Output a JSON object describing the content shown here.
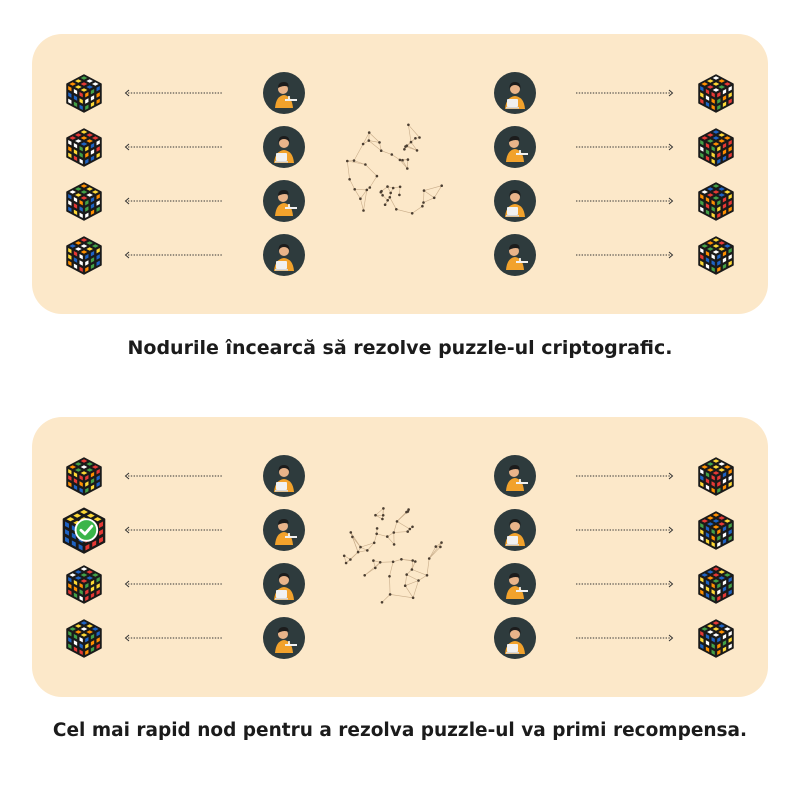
{
  "colors": {
    "panel_bg": "#fce8c9",
    "avatar_bg": "#2e3b3d",
    "person_shirt": "#f2a22c",
    "person_hair": "#1c1c1c",
    "laptop": "#f1f1f1",
    "network_lines": "#c9ad8a",
    "network_dots": "#4b3e31",
    "check_green": "#3bb54a",
    "cube_colors": [
      "#e53935",
      "#ff8f00",
      "#fdd835",
      "#43a047",
      "#1e63c4",
      "#ffffff"
    ]
  },
  "icons": {
    "cube": "rubiks-cube-icon",
    "solved_cube": "solved-rubiks-cube-icon",
    "check": "checkmark-icon",
    "node": "person-with-laptop-icon",
    "network": "network-sphere-icon",
    "arrow": "dotted-arrow-icon"
  },
  "diagrams": [
    {
      "caption": "Nodurile încearcă să rezolve puzzle-ul criptografic.",
      "left_column": [
        {
          "cube": "unsolved"
        },
        {
          "cube": "unsolved"
        },
        {
          "cube": "unsolved"
        },
        {
          "cube": "unsolved"
        }
      ],
      "right_column": [
        {
          "cube": "unsolved"
        },
        {
          "cube": "unsolved"
        },
        {
          "cube": "unsolved"
        },
        {
          "cube": "unsolved"
        }
      ]
    },
    {
      "caption": "Cel mai rapid nod pentru a rezolva puzzle-ul va primi recompensa.",
      "left_column": [
        {
          "cube": "unsolved"
        },
        {
          "cube": "solved"
        },
        {
          "cube": "unsolved"
        },
        {
          "cube": "unsolved"
        }
      ],
      "right_column": [
        {
          "cube": "unsolved"
        },
        {
          "cube": "unsolved"
        },
        {
          "cube": "unsolved"
        },
        {
          "cube": "unsolved"
        }
      ]
    }
  ]
}
